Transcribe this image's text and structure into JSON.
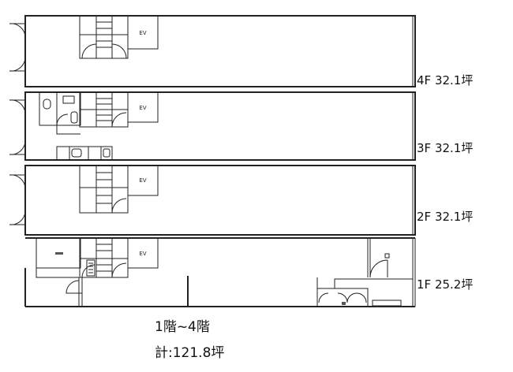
{
  "floors": [
    {
      "label": "4F 32.1坪",
      "ev": "EV"
    },
    {
      "label": "3F 32.1坪",
      "ev": "EV"
    },
    {
      "label": "2F 32.1坪",
      "ev": "EV"
    },
    {
      "label": "1F 25.2坪",
      "ev": "EV"
    }
  ],
  "summary": {
    "range": "1階~4階",
    "total": "計:121.8坪"
  }
}
